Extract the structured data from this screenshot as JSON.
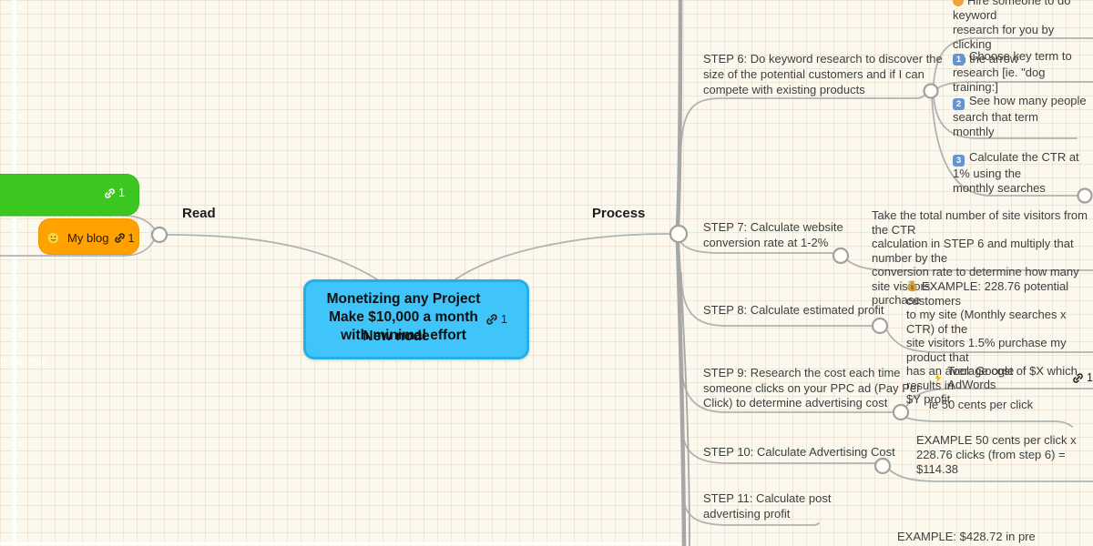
{
  "central_node": {
    "title": "Monetizing any Project\nMake $10,000 a month\nwith minimal effort",
    "overlay": "New node",
    "link_count": "1"
  },
  "read_branch": {
    "label": "Read",
    "book": {
      "text": "k that taught me this\nw",
      "link_count": "1"
    },
    "blog": {
      "text": "My blog",
      "link_count": "1"
    }
  },
  "process_branch": {
    "label": "Process",
    "step6": {
      "text": "STEP 6: Do keyword research to discover the\nsize of the potential customers and if I can\ncompete with existing products"
    },
    "hire": {
      "text": "Hire someone to do keyword\nresearch for you by clicking\non the arrow"
    },
    "choose": {
      "badge": "1",
      "text": "Choose key term to\nresearch [ie. \"dog training:]"
    },
    "see": {
      "badge": "2",
      "text": "See how many people\nsearch that term\nmonthly"
    },
    "ctr": {
      "badge": "3",
      "text": "Calculate the CTR at\n1% using the\nmonthly searches"
    },
    "step7": {
      "text": "STEP 7: Calculate website\nconversion rate at 1-2%"
    },
    "step7_note": {
      "text": "Take the total number of site visitors from the CTR\ncalculation in STEP 6 and multiply that number by the\nconversion rate to determine how many site visitors\npurchase"
    },
    "step8": {
      "text": "STEP 8: Calculate estimated profit"
    },
    "step8_note": {
      "text": "EXAMPLE: 228.76 potential customers\nto my site (Monthly searches x CTR) of the\nsite visitors 1.5% purchase my product that\nhas an average cost of $X which results in\n$Y profit"
    },
    "step9": {
      "text": "STEP 9: Research the cost each time\nsomeone clicks on your PPC ad (Pay Per\nClick) to determine advertising cost"
    },
    "tool": {
      "text": "Tool: Google AdWords",
      "link_count": "1"
    },
    "ppc_example": {
      "text": "ie 50 cents per click"
    },
    "step10": {
      "text": "STEP 10: Calculate Advertising Cost"
    },
    "step10_note": {
      "text": "EXAMPLE 50 cents per click x\n228.76 clicks (from step 6)  =\n$114.38"
    },
    "step11": {
      "text": "STEP 11:  Calculate post\nadvertising profit"
    },
    "step11_note": {
      "text": "EXAMPLE: $428.72 in pre"
    }
  }
}
